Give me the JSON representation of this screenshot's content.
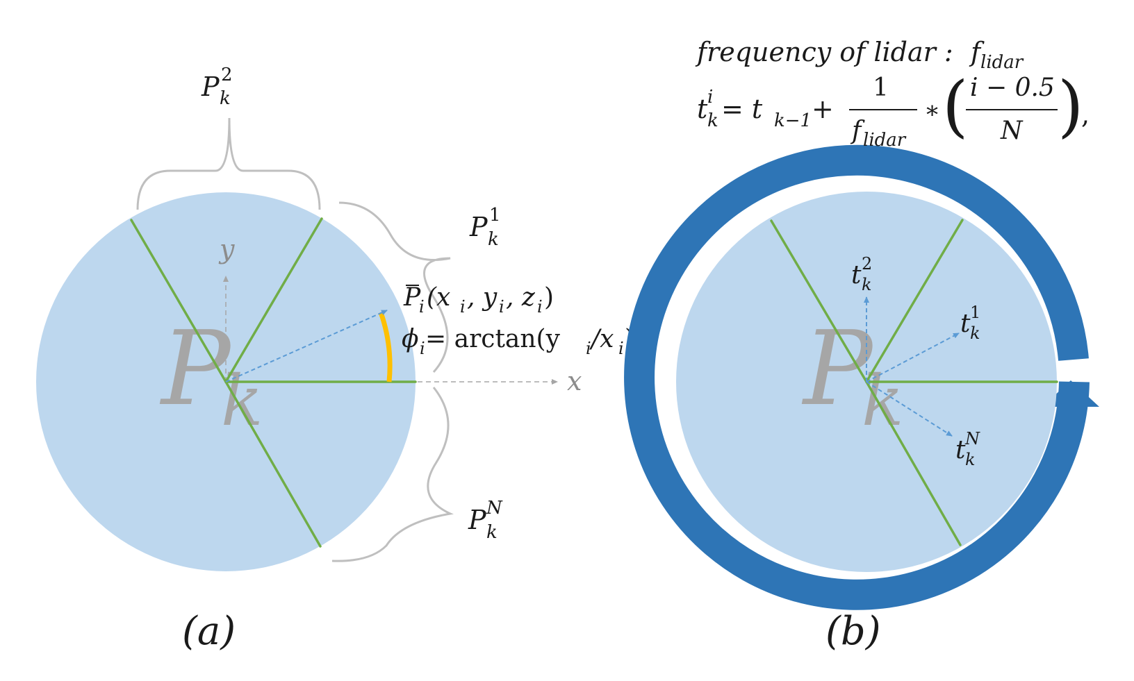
{
  "panel_a": {
    "caption": "(a)",
    "watermark": {
      "base": "P",
      "sub": "k"
    },
    "sectors": {
      "p2": {
        "base": "P",
        "sub": "k",
        "sup": "2"
      },
      "p1": {
        "base": "P",
        "sub": "k",
        "sup": "1"
      },
      "pN": {
        "base": "P",
        "sub": "k",
        "sup": "N"
      }
    },
    "axes": {
      "x": "x",
      "y": "y"
    },
    "point_label": {
      "bar": "P",
      "sub": "i",
      "rest": "(x",
      "xsub": "i",
      "c1": ", y",
      "ysub": "i",
      "c2": ", z",
      "zsub": "i",
      "end": ")"
    },
    "angle_label": {
      "phi": "ϕ",
      "sub": "i",
      "eq": " = arctan(y",
      "ysub": "i",
      "slash": "/x",
      "xsub": "i",
      "end": ")"
    }
  },
  "panel_b": {
    "caption": "(b)",
    "watermark": {
      "base": "P",
      "sub": "k"
    },
    "rays": {
      "t2": {
        "base": "t",
        "sub": "k",
        "sup": "2"
      },
      "t1": {
        "base": "t",
        "sub": "k",
        "sup": "1"
      },
      "tN": {
        "base": "t",
        "sub": "k",
        "sup": "N"
      }
    },
    "formula": {
      "line1": "frequency of lidar : ",
      "f": "f",
      "fsub": "lidar",
      "lhs": "t",
      "lhs_sub": "k",
      "lhs_sup": "i",
      "eq": " = t",
      "t_sub": "k−1",
      "plus": " + ",
      "frac1_num": "1",
      "frac1_den": "f",
      "frac1_den_sub": "lidar",
      "star": "∗",
      "frac2_num": "i − 0.5",
      "frac2_den": "N",
      "lparen": "(",
      "rparen": ")",
      "comma": ","
    }
  },
  "colors": {
    "disc": "#bdd7ee",
    "sector_line": "#70ad47",
    "ray": "#5b9bd5",
    "angle_arc": "#ffc000",
    "ring": "#2e75b6",
    "brace": "#bfbfbf",
    "axis": "#a6a6a6"
  }
}
